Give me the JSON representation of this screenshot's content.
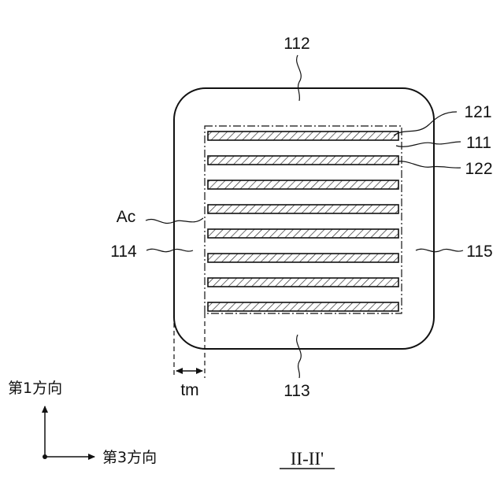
{
  "labels": {
    "body_top": "112",
    "body_bottom": "113",
    "body_left": "114",
    "body_right": "115",
    "internal_electrode_1": "121",
    "dielectric": "111",
    "internal_electrode_2": "122",
    "active_region": "Ac",
    "margin": "tm"
  },
  "axes": {
    "first_direction": "第1方向",
    "third_direction": "第3方向"
  },
  "section_label": "II-II'",
  "electrode_layers": 8,
  "colors": {
    "stroke": "#111111",
    "background": "#ffffff"
  }
}
